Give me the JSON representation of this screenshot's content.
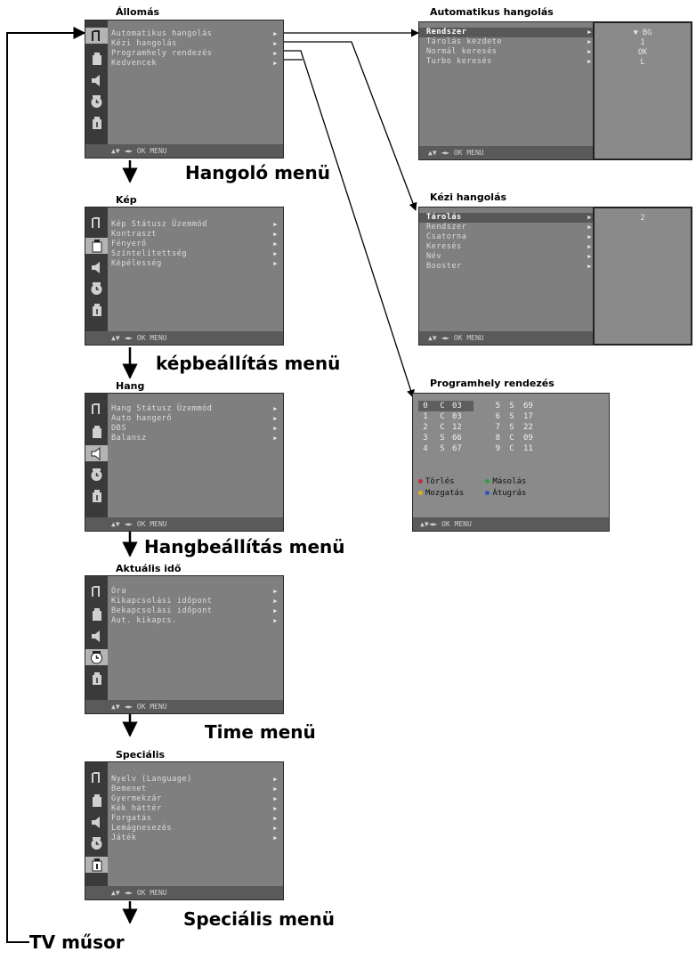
{
  "menus": {
    "allomas": {
      "title": "Állomás",
      "items": [
        "Automatikus hangolás",
        "Kézi hangolás",
        "Programhely rendezés",
        "Kedvencek"
      ],
      "footer": "▲▼ ◄► OK MENU",
      "caption": "Hangoló menü"
    },
    "kep": {
      "title": "Kép",
      "items": [
        "Kép Státusz Üzemmód",
        "Kontraszt",
        "Fényerő",
        "Színtelítettség",
        "Képélesség"
      ],
      "footer": "▲▼ ◄► OK MENU",
      "caption": "képbeállítás menü"
    },
    "hang": {
      "title": "Hang",
      "items": [
        "Hang Státusz Üzemmód",
        "Auto hangerő",
        "DBS",
        "Balansz"
      ],
      "footer": "▲▼ ◄► OK MENU",
      "caption": "Hangbeállítás menü"
    },
    "ido": {
      "title": "Aktuális idő",
      "items": [
        "Óra",
        "Kikapcsolási időpont",
        "Bekapcsolási időpont",
        "Aut. kikapcs."
      ],
      "footer": "▲▼ ◄► OK MENU",
      "caption": "Time menü"
    },
    "specialis": {
      "title": "Speciális",
      "items": [
        "Nyelv (Language)",
        "Bemenet",
        "Gyermekzár",
        "Kék háttér",
        "Forgatás",
        "Lemágnesezés",
        "Játék"
      ],
      "footer": "▲▼ ◄► OK MENU",
      "caption": "Speciális menü"
    }
  },
  "submenus": {
    "auto": {
      "title": "Automatikus hangolás",
      "items": [
        "Rendszer",
        "Tárolás kezdete",
        "Normál keresés",
        "Turbo keresés"
      ],
      "side_values": [
        "▼ BG",
        "1",
        "OK",
        "L"
      ],
      "footer": "▲▼ ◄► OK MENU"
    },
    "kezi": {
      "title": "Kézi hangolás",
      "items": [
        "Tárolás",
        "Rendszer",
        "Csatorna",
        "Keresés",
        "Név",
        "Booster"
      ],
      "side_values": [
        "2"
      ],
      "footer": "▲▼ ◄► OK MENU"
    },
    "prog": {
      "title": "Programhely rendezés",
      "rows": [
        [
          "0",
          "C",
          "03",
          "5",
          "S",
          "69"
        ],
        [
          "1",
          "C",
          "03",
          "6",
          "S",
          "17"
        ],
        [
          "2",
          "C",
          "12",
          "7",
          "S",
          "22"
        ],
        [
          "3",
          "S",
          "66",
          "8",
          "C",
          "09"
        ],
        [
          "4",
          "S",
          "67",
          "9",
          "C",
          "11"
        ]
      ],
      "legend": [
        "Törlés",
        "Másolás",
        "Mozgatás",
        "Átugrás"
      ],
      "footer": "▲▼◄► OK MENU"
    }
  },
  "tv_musor": "TV műsor",
  "colors": {
    "menu_bg": "#7f7f7f",
    "icon_column": "#3a3a3a",
    "footer_bg": "#5a5a5a",
    "highlight": "#585858",
    "text": "#dcdcdc",
    "legend_red": "#c03030",
    "legend_green": "#30a040",
    "legend_yellow": "#d8b020",
    "legend_blue": "#3050c0"
  },
  "icons": [
    "channel-icon",
    "picture-icon",
    "sound-icon",
    "clock-icon",
    "special-icon"
  ]
}
